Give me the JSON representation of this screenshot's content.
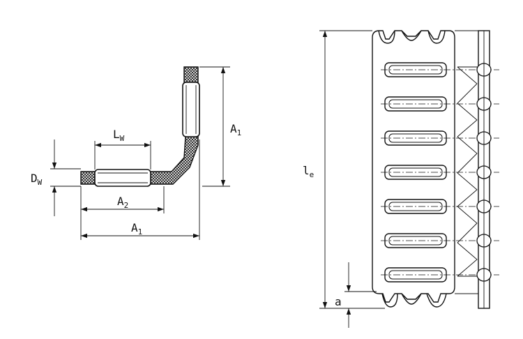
{
  "labels": {
    "lw": {
      "main": "L",
      "sub": "W"
    },
    "dw": {
      "main": "D",
      "sub": "W"
    },
    "a1_vertical": {
      "main": "A",
      "sub": "1"
    },
    "a2": {
      "main": "A",
      "sub": "2"
    },
    "a1_horizontal": {
      "main": "A",
      "sub": "1"
    },
    "le": {
      "main": "l",
      "sub": "e"
    },
    "a": {
      "main": "a"
    }
  },
  "rollers_count": 7
}
